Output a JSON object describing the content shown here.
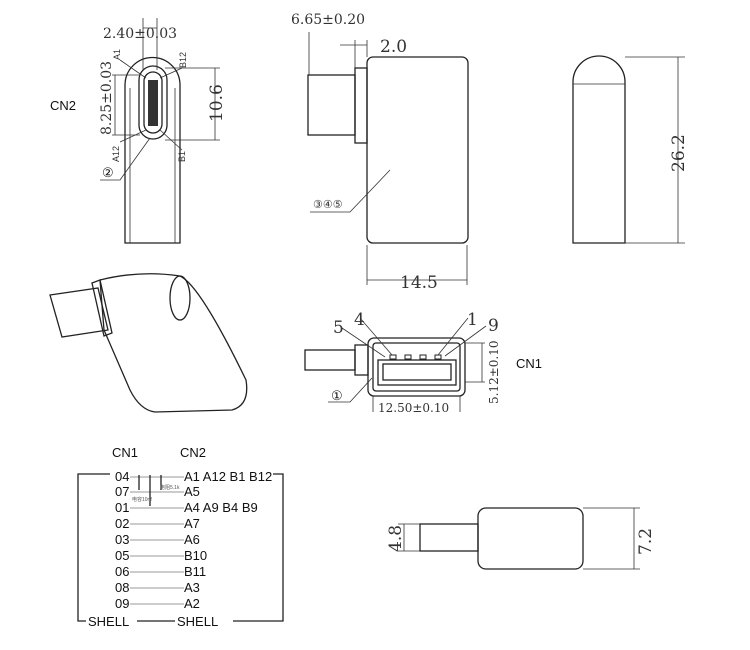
{
  "cn2_view": {
    "label": "CN2",
    "dim_pitch": "2.40±0.03",
    "dim_inner_width": "8.25±0.03",
    "dim_outer_width": "10.6",
    "pin_a1": "A1",
    "pin_b12": "B12",
    "pin_a12": "A12",
    "pin_b1": "B1",
    "callout": "②"
  },
  "side_view": {
    "dim_plug_offset": "6.65±0.20",
    "dim_step": "2.0",
    "dim_length": "14.5",
    "callouts": "③④⑤"
  },
  "end_view": {
    "dim_height": "26.2"
  },
  "cn1_view": {
    "label": "CN1",
    "pin_4": "4",
    "pin_5": "5",
    "pin_1": "1",
    "pin_9": "9",
    "dim_height": "5.12±0.10",
    "dim_width": "12.50±0.10",
    "callout": "①"
  },
  "bottom_view": {
    "dim_plug": "4.8",
    "dim_body": "7.2"
  },
  "schematic": {
    "header_cn1": "CN1",
    "header_cn2": "CN2",
    "resistor_note": "电阻5.1k",
    "capacitor_note": "电容10nf",
    "rows": [
      {
        "cn1": "04",
        "cn2": "A1 A12 B1 B12"
      },
      {
        "cn1": "07",
        "cn2": "A5"
      },
      {
        "cn1": "01",
        "cn2": "A4 A9 B4 B9"
      },
      {
        "cn1": "02",
        "cn2": "A7"
      },
      {
        "cn1": "03",
        "cn2": "A6"
      },
      {
        "cn1": "05",
        "cn2": "B10"
      },
      {
        "cn1": "06",
        "cn2": "B11"
      },
      {
        "cn1": "08",
        "cn2": "A3"
      },
      {
        "cn1": "09",
        "cn2": "A2"
      }
    ],
    "shell_cn1": "SHELL",
    "shell_cn2": "SHELL"
  }
}
